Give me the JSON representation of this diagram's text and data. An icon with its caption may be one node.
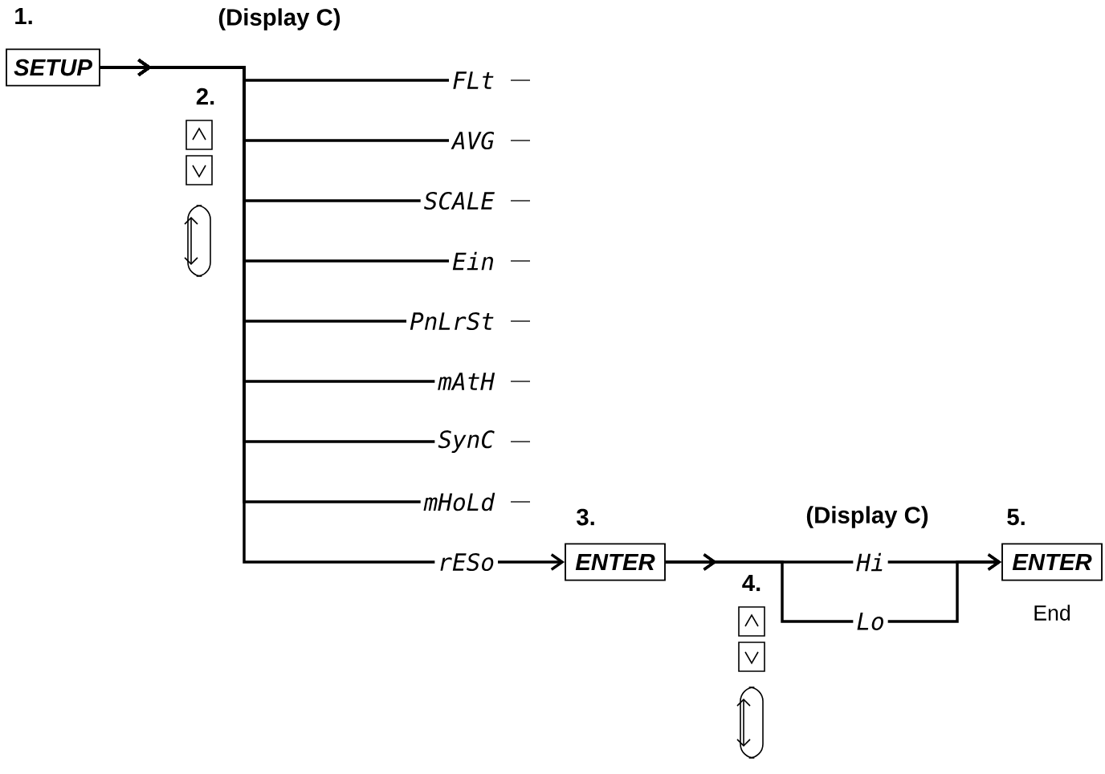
{
  "diagram": {
    "nodes": [
      {
        "text": [
          "SETUP"
        ],
        "beside": [
          "1."
        ]
      },
      {
        "text": [
          "FLt"
        ]
      },
      {
        "text": [
          "AVG"
        ]
      },
      {
        "text": [
          "SCALE"
        ]
      },
      {
        "text": [
          "Ein"
        ]
      },
      {
        "text": [
          "PnLrSt"
        ]
      },
      {
        "text": [
          "mAtH"
        ]
      },
      {
        "text": [
          "SynC"
        ]
      },
      {
        "text": [
          "mHoLd"
        ]
      },
      {
        "text": [
          "rESo"
        ]
      },
      {
        "text": [
          "ENTER"
        ],
        "beside": [
          "3."
        ]
      },
      {
        "text": [
          "Hi"
        ]
      },
      {
        "text": [
          "Lo"
        ]
      },
      {
        "text": [
          "ENTER"
        ],
        "beside": [
          "5.",
          "End"
        ]
      }
    ],
    "edges": [
      {
        "from": 0,
        "to": 1,
        "arrow": "to"
      },
      {
        "from": 0,
        "to": 2,
        "arrow": "to"
      },
      {
        "from": 0,
        "to": 3,
        "arrow": "to"
      },
      {
        "from": 0,
        "to": 4,
        "arrow": "to"
      },
      {
        "from": 0,
        "to": 5,
        "arrow": "to"
      },
      {
        "from": 0,
        "to": 6,
        "arrow": "to"
      },
      {
        "from": 0,
        "to": 7,
        "arrow": "to"
      },
      {
        "from": 0,
        "to": 8,
        "arrow": "to"
      },
      {
        "from": 0,
        "to": 9,
        "arrow": "to"
      },
      {
        "from": 9,
        "to": 10,
        "arrow": "to"
      },
      {
        "from": 10,
        "to": 11,
        "arrow": "to"
      },
      {
        "from": 10,
        "to": 12,
        "arrow": "to"
      },
      {
        "from": 11,
        "to": 13,
        "arrow": "to"
      },
      {
        "from": 12,
        "to": 13,
        "arrow": "to"
      }
    ],
    "labels": [
      "(Display C)",
      "2.",
      "4.",
      "(Display C)"
    ]
  }
}
